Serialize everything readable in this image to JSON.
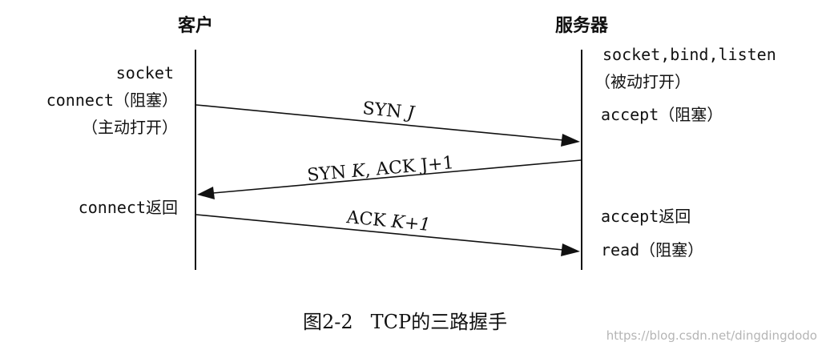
{
  "diagram": {
    "client_header": "客户",
    "server_header": "服务器",
    "client_notes": {
      "socket": "socket",
      "connect_block": "connect（阻塞）",
      "active_open": "（主动打开）",
      "connect_return": "connect返回"
    },
    "server_notes": {
      "socket_bind_listen": "socket,bind,listen",
      "passive_open": "（被动打开）",
      "accept_block": "accept（阻塞）",
      "accept_return": "accept返回",
      "read_block": "read（阻塞）"
    },
    "messages": [
      {
        "prefix": "SYN ",
        "italic": "J",
        "suffix": ""
      },
      {
        "prefix": "SYN ",
        "italic": "K",
        "suffix": ", ACK J+1"
      },
      {
        "prefix": "ACK ",
        "italic": "K+1",
        "suffix": ""
      }
    ]
  },
  "caption": {
    "figure_number": "图2-2",
    "title": "TCP的三路握手"
  },
  "watermark": "https://blog.csdn.net/dingdingdodo"
}
